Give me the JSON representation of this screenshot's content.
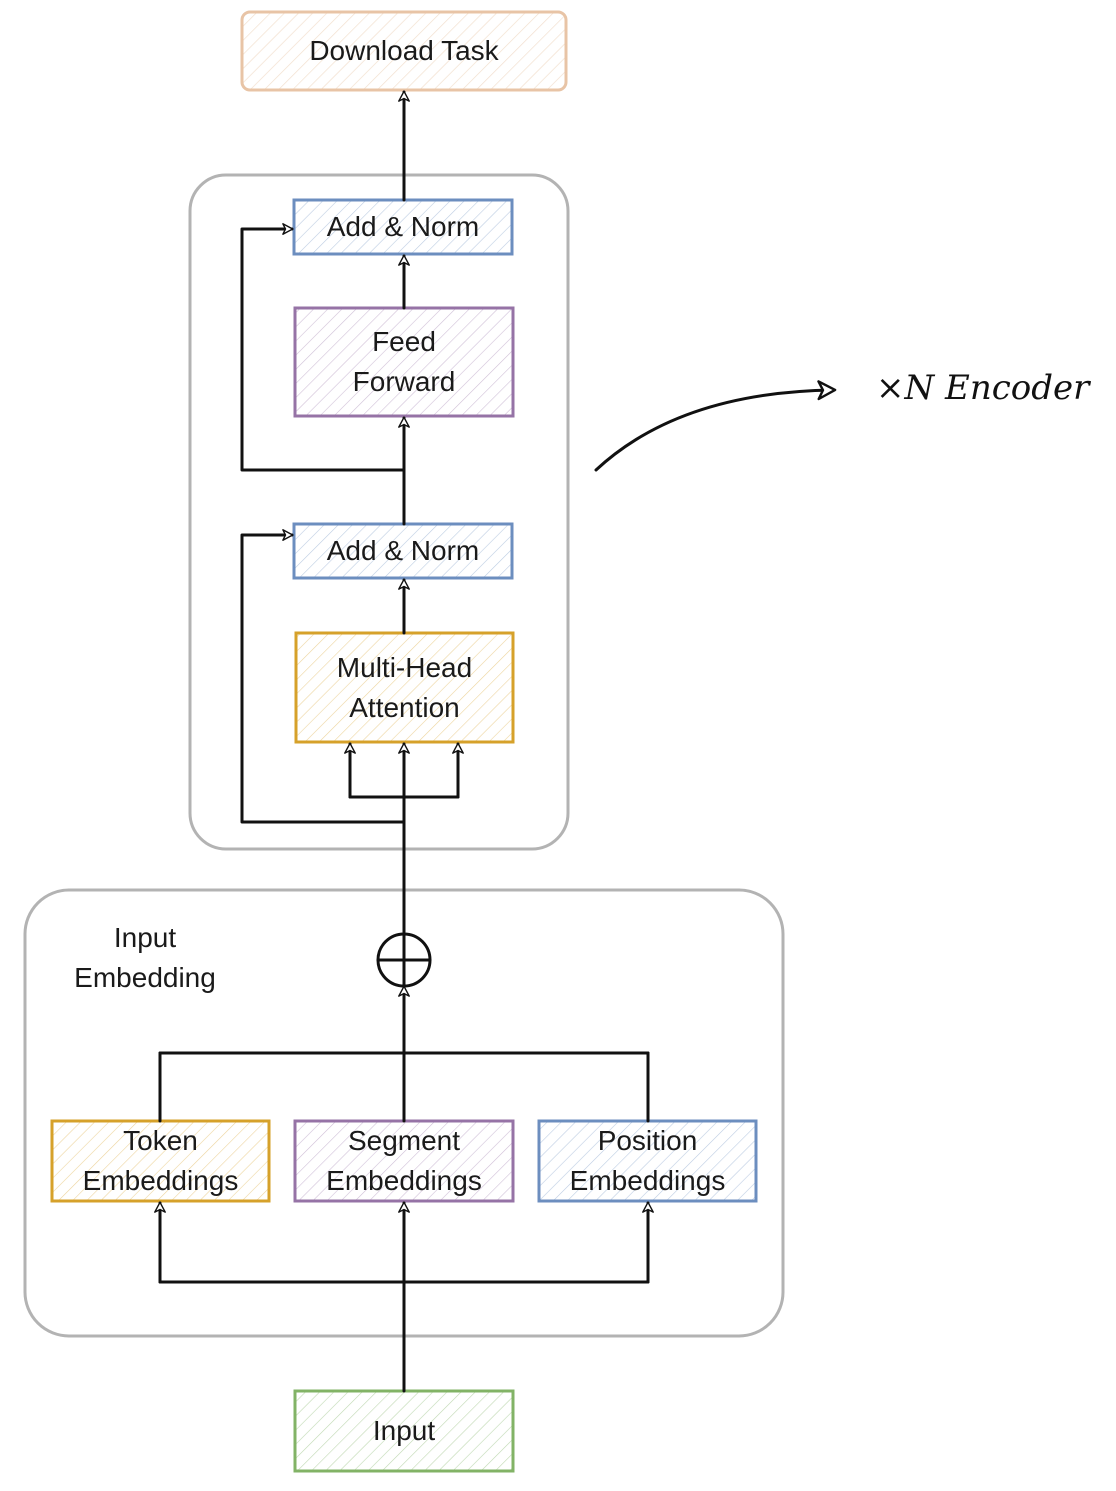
{
  "colors": {
    "download": "#e8c4a6",
    "norm": "#6c8ebf",
    "feed_forward": "#9673a6",
    "attention": "#d6a12a",
    "token": "#d6a12a",
    "segment": "#9673a6",
    "position": "#6c8ebf",
    "input": "#82b366",
    "container": "#b3b3b3",
    "stroke": "#111111"
  },
  "nodes": {
    "download_task": "Download Task",
    "add_norm_top": "Add & Norm",
    "feed_forward_1": "Feed",
    "feed_forward_2": "Forward",
    "add_norm_bottom": "Add & Norm",
    "mha_1": "Multi-Head",
    "mha_2": "Attention",
    "token_1": "Token",
    "token_2": "Embeddings",
    "segment_1": "Segment",
    "segment_2": "Embeddings",
    "position_1": "Position",
    "position_2": "Embeddings",
    "input": "Input"
  },
  "groups": {
    "input_embedding_1": "Input",
    "input_embedding_2": "Embedding"
  },
  "annotation": {
    "times_n_encoder": "×N Encoder"
  },
  "sum_symbol": "⊕"
}
